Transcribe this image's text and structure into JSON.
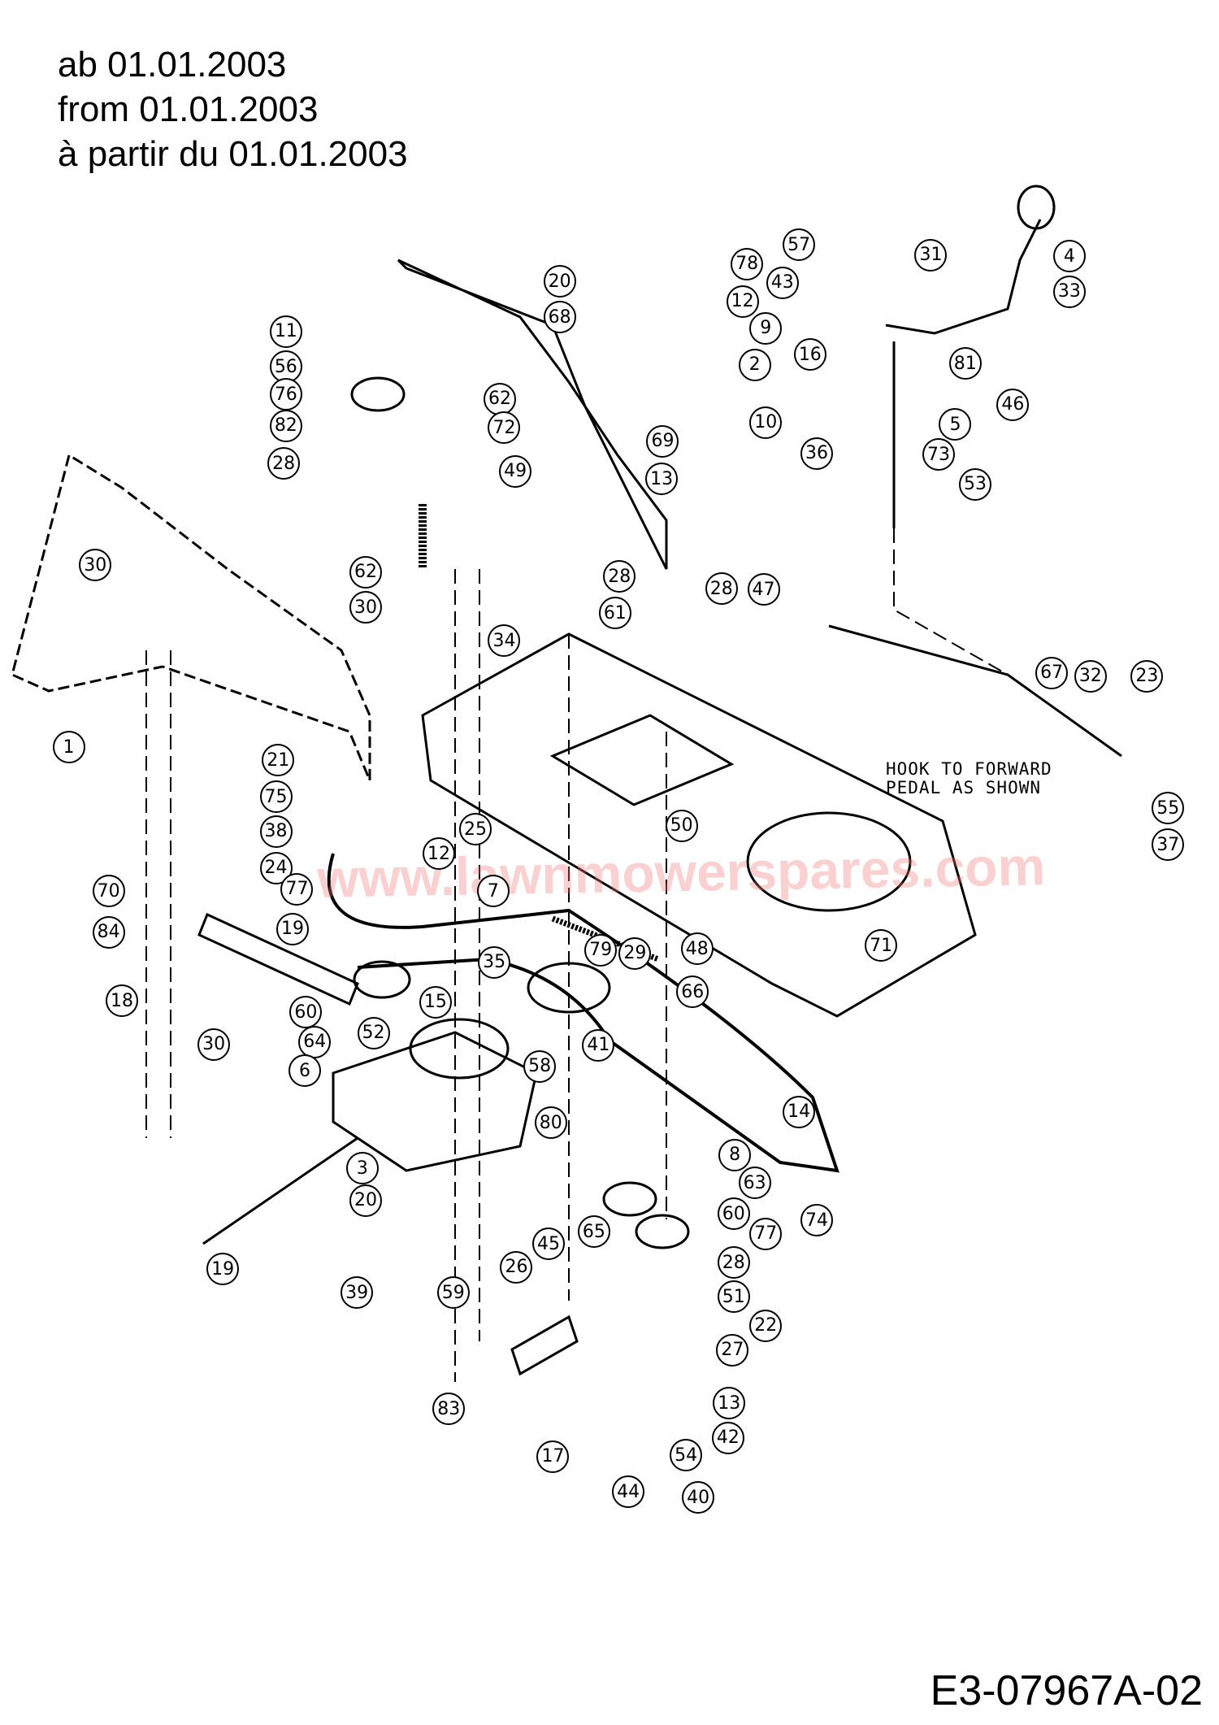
{
  "header": {
    "line_de": "ab 01.01.2003",
    "line_en": "from 01.01.2003",
    "line_fr": "à partir du 01.01.2003"
  },
  "note": {
    "line1": "HOOK TO FORWARD",
    "line2": "PEDAL AS SHOWN"
  },
  "watermark": "www.lawnmowerspares.com",
  "drawing_number": "E3-07967A-02",
  "callouts": [
    "11",
    "56",
    "76",
    "82",
    "28",
    "20",
    "68",
    "62",
    "72",
    "49",
    "62",
    "30",
    "78",
    "12",
    "69",
    "13",
    "57",
    "31",
    "43",
    "4",
    "33",
    "9",
    "16",
    "2",
    "81",
    "46",
    "10",
    "5",
    "73",
    "36",
    "53",
    "30",
    "1",
    "28",
    "61",
    "34",
    "28",
    "47",
    "67",
    "32",
    "23",
    "55",
    "37",
    "21",
    "75",
    "38",
    "24",
    "70",
    "84",
    "77",
    "19",
    "25",
    "12",
    "7",
    "50",
    "79",
    "29",
    "48",
    "66",
    "71",
    "18",
    "35",
    "15",
    "60",
    "64",
    "52",
    "30",
    "6",
    "58",
    "41",
    "14",
    "80",
    "3",
    "8",
    "63",
    "20",
    "60",
    "77",
    "74",
    "65",
    "45",
    "26",
    "28",
    "51",
    "19",
    "39",
    "59",
    "22",
    "27",
    "13",
    "42",
    "83",
    "54",
    "17",
    "40",
    "44"
  ]
}
